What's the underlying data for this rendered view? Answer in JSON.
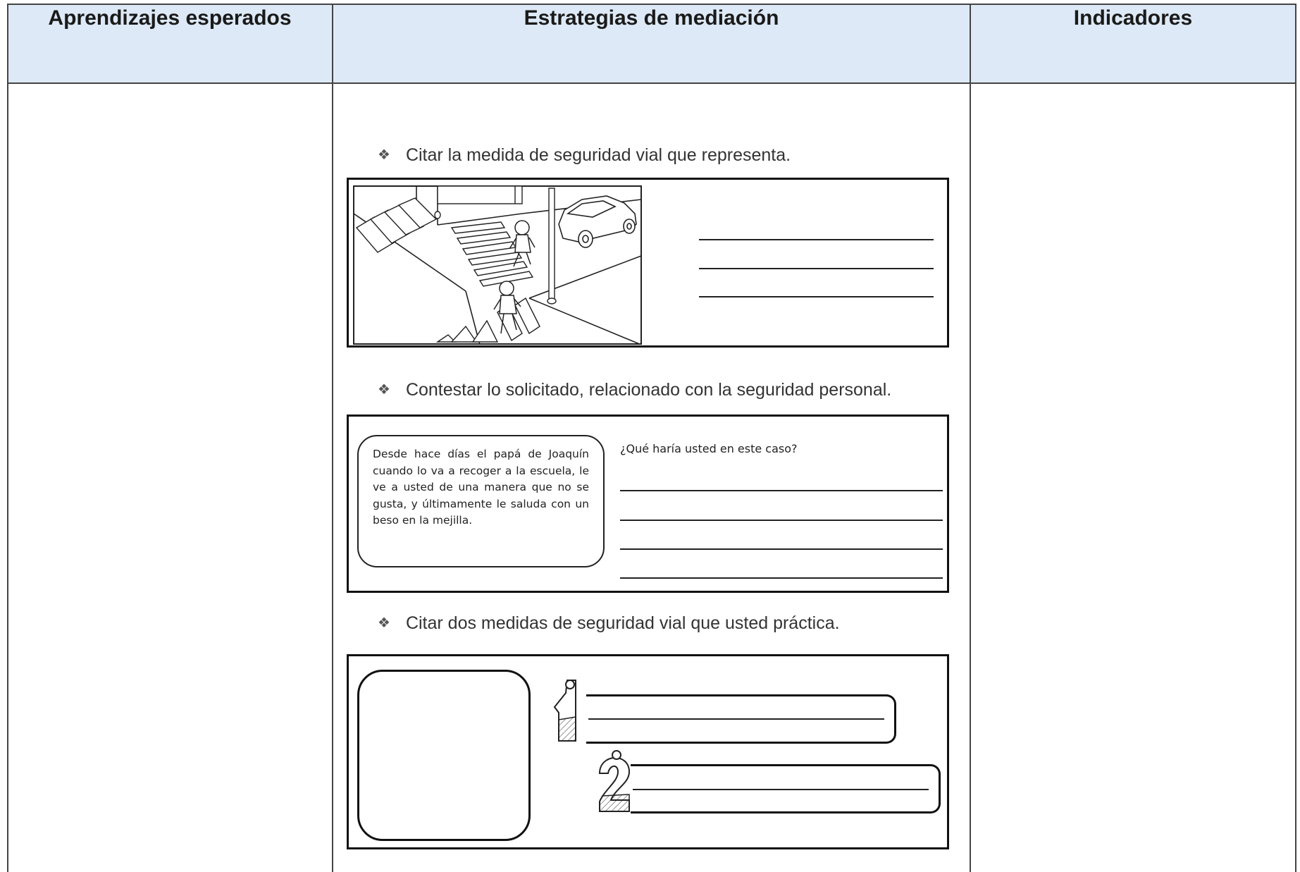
{
  "table": {
    "headers": [
      "Aprendizajes esperados",
      "Estrategias de mediación",
      "Indicadores"
    ]
  },
  "activities": [
    {
      "text": "Citar la medida de seguridad vial que representa."
    },
    {
      "text": "Contestar lo solicitado, relacionado con la seguridad personal."
    },
    {
      "text": "Citar dos medidas de seguridad vial que usted práctica."
    }
  ],
  "story": "Desde hace días el papá de Joaquín cuando lo va a recoger a la escuela, le ve a usted de una manera que no se gusta, y últimamente le saluda con un beso en la mejilla.",
  "question": "¿Qué haría usted en este caso?",
  "number_icons": [
    "number-one-icon",
    "number-two-icon"
  ],
  "colors": {
    "header_bg": "#dde9f6",
    "border": "#111111"
  }
}
